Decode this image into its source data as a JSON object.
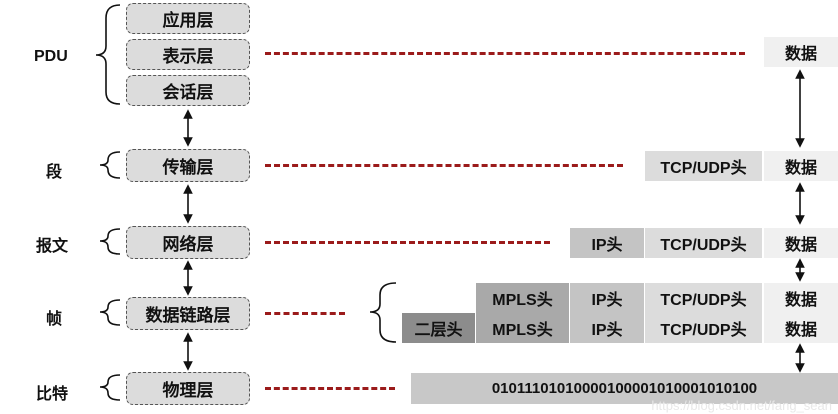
{
  "pdu_labels": {
    "pdu": "PDU",
    "segment": "段",
    "packet": "报文",
    "frame": "帧",
    "bit": "比特"
  },
  "layers": {
    "application": "应用层",
    "presentation": "表示层",
    "session": "会话层",
    "transport": "传输层",
    "network": "网络层",
    "datalink": "数据链路层",
    "physical": "物理层"
  },
  "encap": {
    "data": "数据",
    "tcp_udp": "TCP/UDP头",
    "ip": "IP头",
    "mpls": "MPLS头",
    "l2": "二层头",
    "bits": "01011101010000100001010001010100"
  },
  "watermark": "https://blog.csdn.net/fang_sean",
  "colors": {
    "dash": "#9b1b1b",
    "layer_fill": "#dcdcdc"
  }
}
